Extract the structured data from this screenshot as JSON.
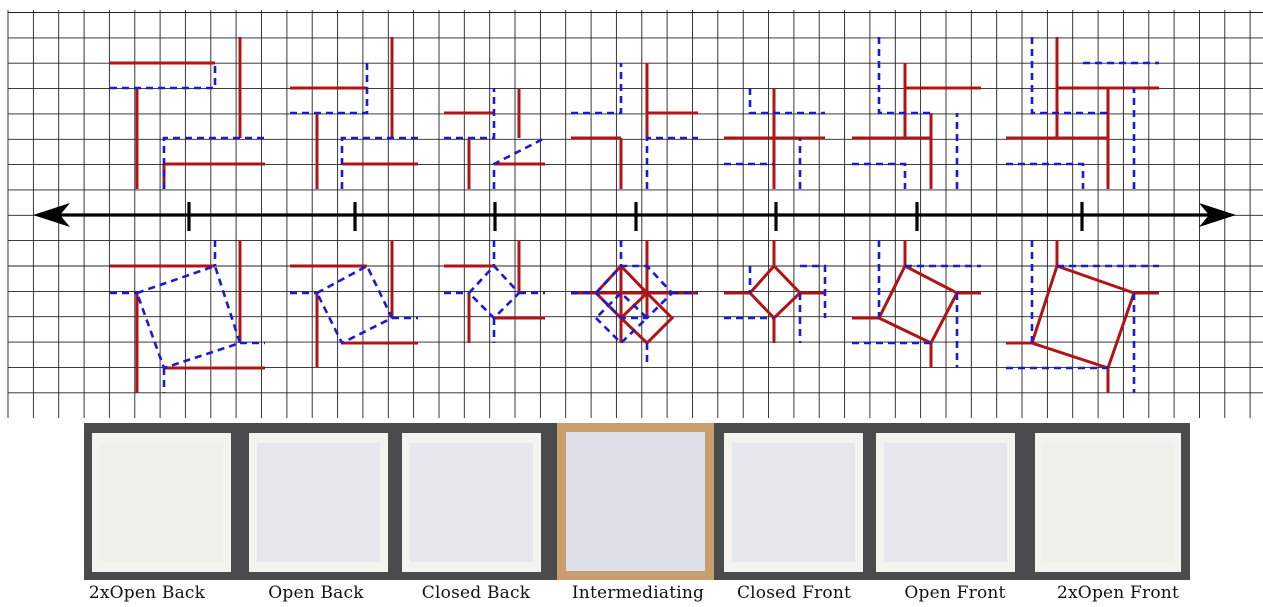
{
  "labels": [
    "2xOpen Back",
    "Open Back",
    "Closed Back",
    "Intermediating",
    "Closed Front",
    "Open Front",
    "2xOpen Front"
  ],
  "colors": {
    "mountain_fold": "#b01414",
    "valley_fold": "#1a1ad6",
    "grid": "#222222",
    "axis": "#000000",
    "photo_background": "#4a4b4c",
    "intermediating_background": "#c99e6e"
  }
}
